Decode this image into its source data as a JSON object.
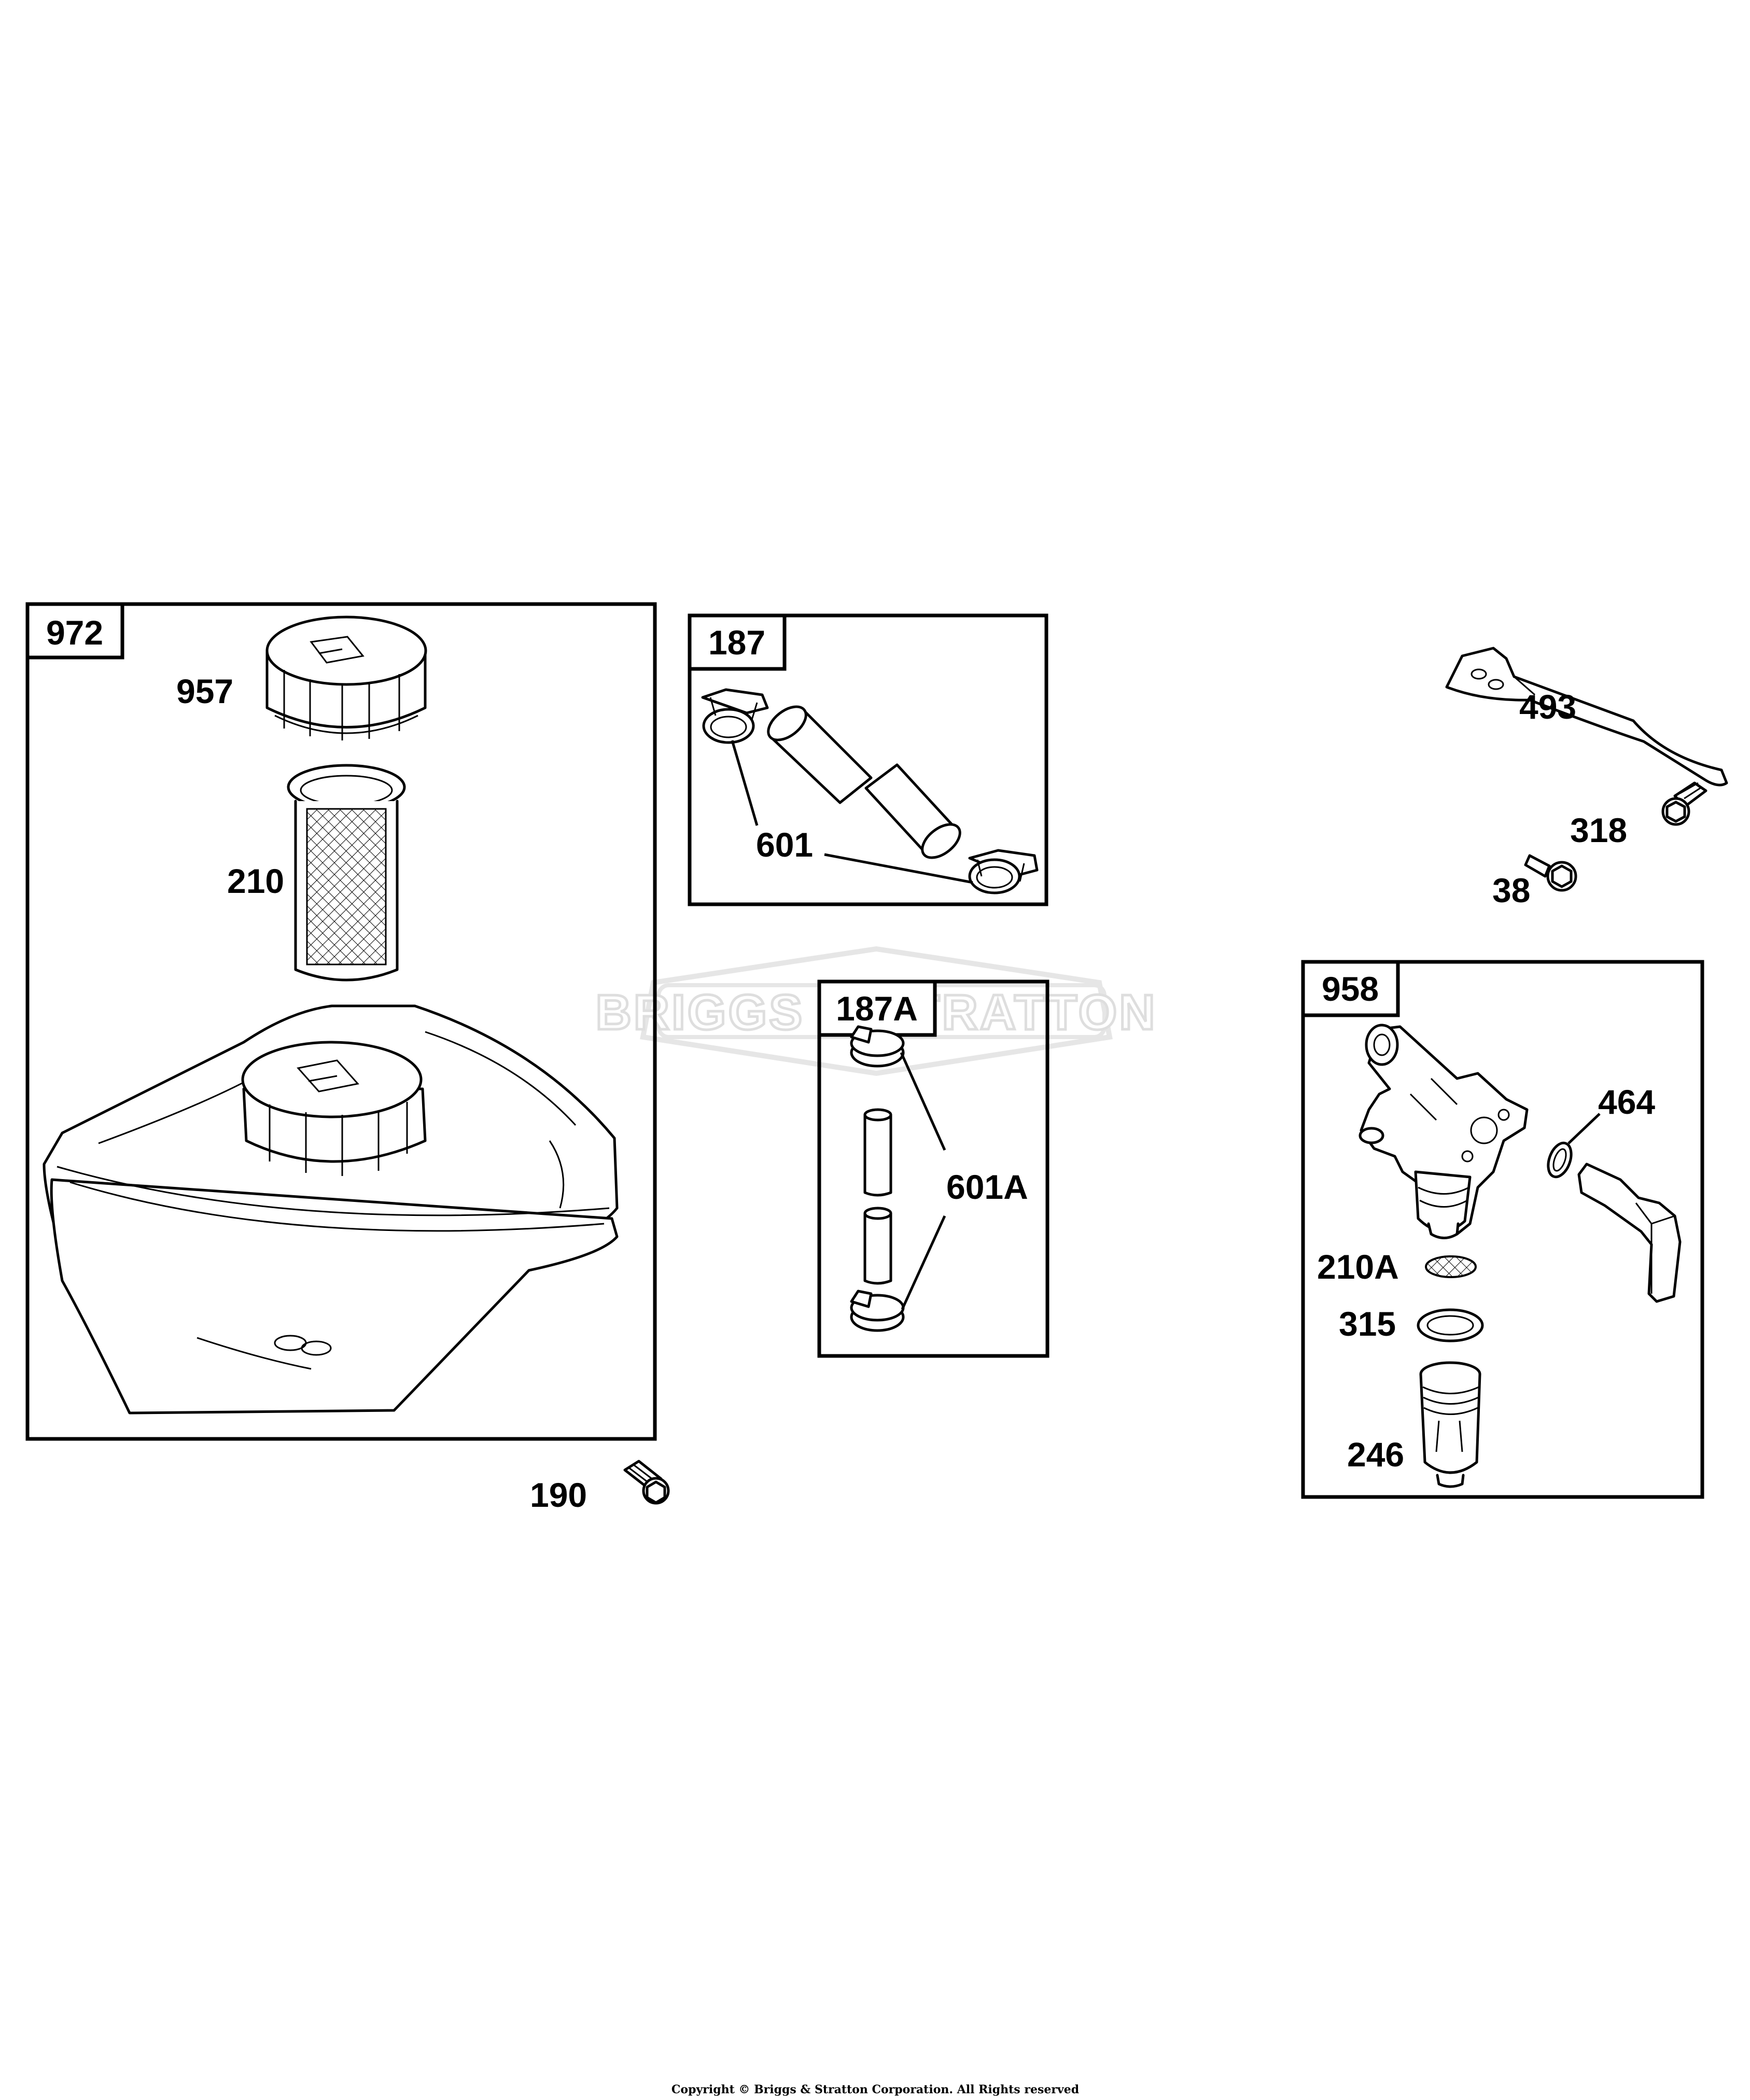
{
  "watermark": "BRIGGS & STRATTON",
  "groups": {
    "g972": "972",
    "g187": "187",
    "g187A": "187A",
    "g958": "958"
  },
  "callouts": {
    "c957": "957",
    "c210": "210",
    "c601": "601",
    "c601A": "601A",
    "c493": "493",
    "c318": "318",
    "c38": "38",
    "c464": "464",
    "c210A": "210A",
    "c315": "315",
    "c246": "246",
    "c190": "190"
  },
  "copyright": "Copyright © Briggs & Stratton Corporation. All Rights reserved"
}
